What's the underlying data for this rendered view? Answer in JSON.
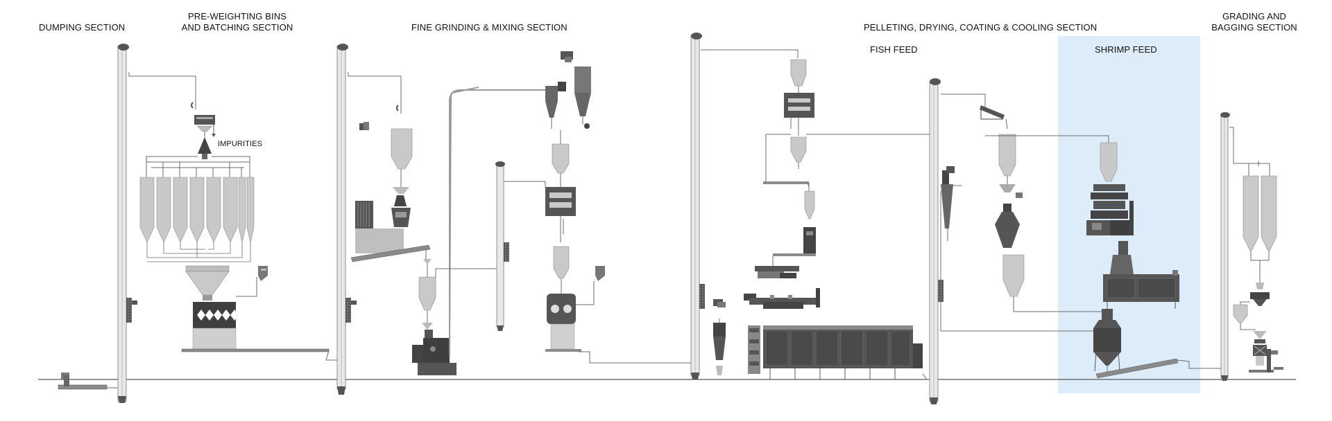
{
  "diagram": {
    "sections": {
      "dumping": "DUMPING SECTION",
      "pre_weighting_line1": "PRE-WEIGHTING BINS",
      "pre_weighting_line2": "AND BATCHING  SECTION",
      "fine_grinding": "FINE GRINDING & MIXING SECTION",
      "pelleting": "PELLETING, DRYING, COATING & COOLING SECTION",
      "grading_line1": "GRADING AND",
      "grading_line2": "BAGGING SECTION"
    },
    "sub_labels": {
      "fish_feed": "FISH FEED",
      "shrimp_feed": "SHRIMP FEED",
      "impurities": "IMPURITIES"
    },
    "colors": {
      "highlight_band": "#dcecf8",
      "equipment_light": "#c9c9c9",
      "equipment_dark": "#555555",
      "line": "#6b6b6b"
    }
  }
}
